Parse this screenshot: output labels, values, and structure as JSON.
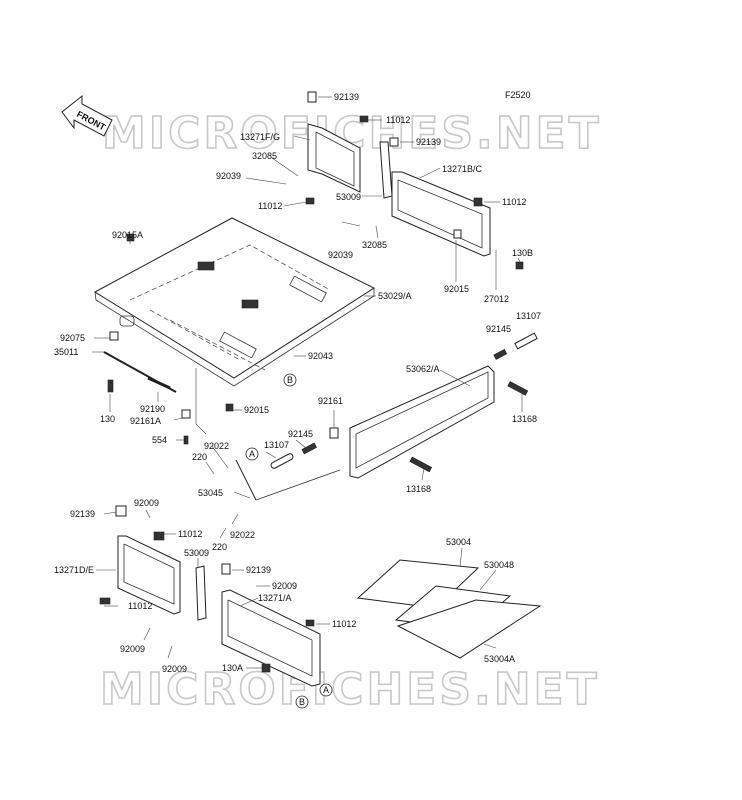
{
  "figure_code": "F2520",
  "front_arrow_label": "FRONT",
  "watermark_text": "MICROFICHES.NET",
  "ref_markers": [
    "A",
    "B"
  ],
  "part_labels": [
    "92139",
    "11012",
    "13271F/G",
    "32085",
    "92139",
    "92039",
    "13271B/C",
    "11012",
    "53009",
    "11012",
    "92015A",
    "32085",
    "92039",
    "130B",
    "92015",
    "53029/A",
    "27012",
    "92075",
    "13107",
    "92145",
    "35011",
    "92043",
    "53062/A",
    "92161",
    "130",
    "92190",
    "92015",
    "13168",
    "92161A",
    "92145",
    "554",
    "92022",
    "13107",
    "220",
    "53045",
    "13168",
    "92009",
    "92139",
    "11012",
    "92022",
    "220",
    "53009",
    "53004",
    "92139",
    "13271D/E",
    "92009",
    "530048",
    "13271/A",
    "11012",
    "11012",
    "92009",
    "92009",
    "130A",
    "53004A"
  ]
}
